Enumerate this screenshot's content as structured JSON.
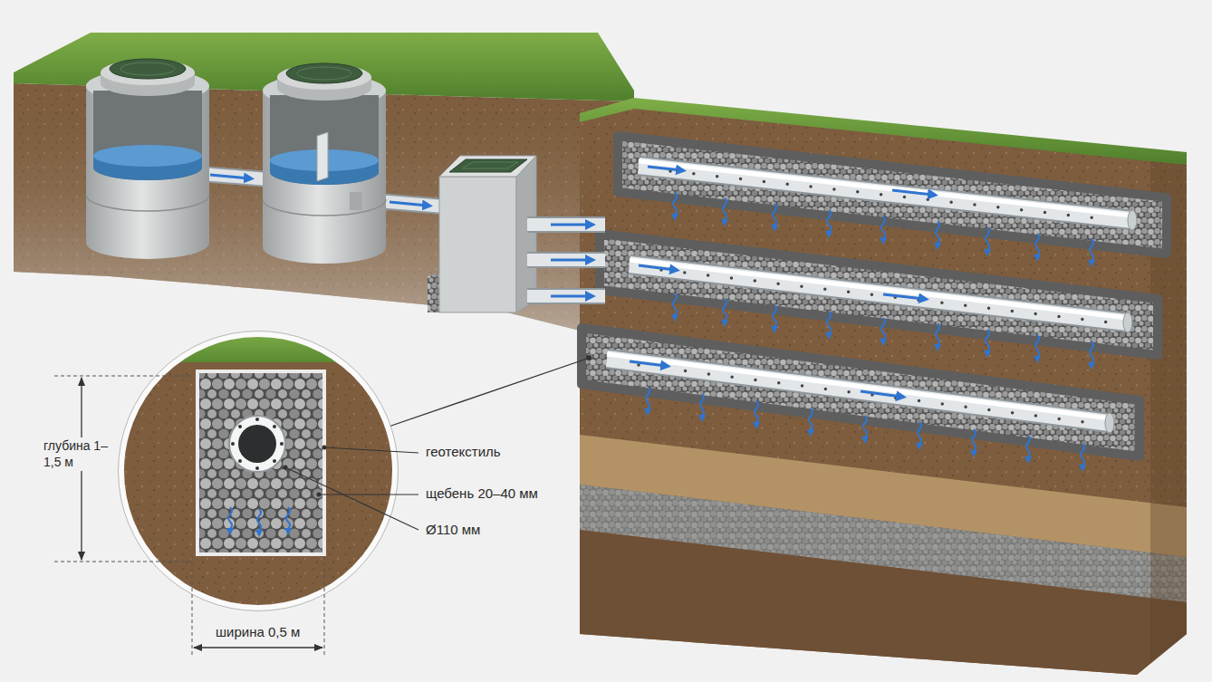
{
  "diagram": {
    "labels": [
      "глубина 1–1,5 м",
      "геотекстиль",
      "щебень 20–40 мм",
      "Ø110 мм",
      "ширина 0,5 м"
    ]
  }
}
